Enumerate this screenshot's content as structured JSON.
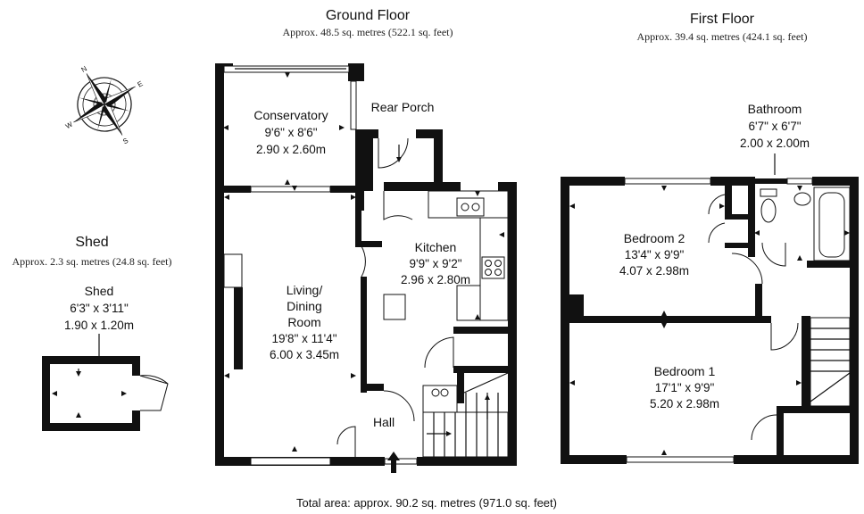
{
  "ground_floor": {
    "title": "Ground Floor",
    "area": "Approx. 48.5 sq. metres (522.1 sq. feet)",
    "rooms": {
      "conservatory": {
        "name": "Conservatory",
        "imperial": "9'6\" x 8'6\"",
        "metric": "2.90 x 2.60m"
      },
      "rear_porch": {
        "name": "Rear Porch"
      },
      "kitchen": {
        "name": "Kitchen",
        "imperial": "9'9\" x 9'2\"",
        "metric": "2.96 x 2.80m"
      },
      "living": {
        "name_line1": "Living/",
        "name_line2": "Dining",
        "name_line3": "Room",
        "imperial": "19'8\" x 11'4\"",
        "metric": "6.00 x 3.45m"
      },
      "hall": {
        "name": "Hall"
      }
    }
  },
  "first_floor": {
    "title": "First Floor",
    "area": "Approx. 39.4 sq. metres (424.1 sq. feet)",
    "rooms": {
      "bathroom": {
        "name": "Bathroom",
        "imperial": "6'7\" x 6'7\"",
        "metric": "2.00 x 2.00m"
      },
      "bedroom2": {
        "name": "Bedroom 2",
        "imperial": "13'4\" x 9'9\"",
        "metric": "4.07 x 2.98m"
      },
      "bedroom1": {
        "name": "Bedroom 1",
        "imperial": "17'1\" x 9'9\"",
        "metric": "5.20 x 2.98m"
      }
    }
  },
  "shed_section": {
    "title": "Shed",
    "area": "Approx. 2.3 sq. metres (24.8 sq. feet)",
    "room": {
      "name": "Shed",
      "imperial": "6'3\" x 3'11\"",
      "metric": "1.90 x 1.20m"
    }
  },
  "compass": {
    "n": "N",
    "s": "S",
    "e": "E",
    "w": "W"
  },
  "total_area": "Total area: approx. 90.2 sq. metres (971.0 sq. feet)"
}
